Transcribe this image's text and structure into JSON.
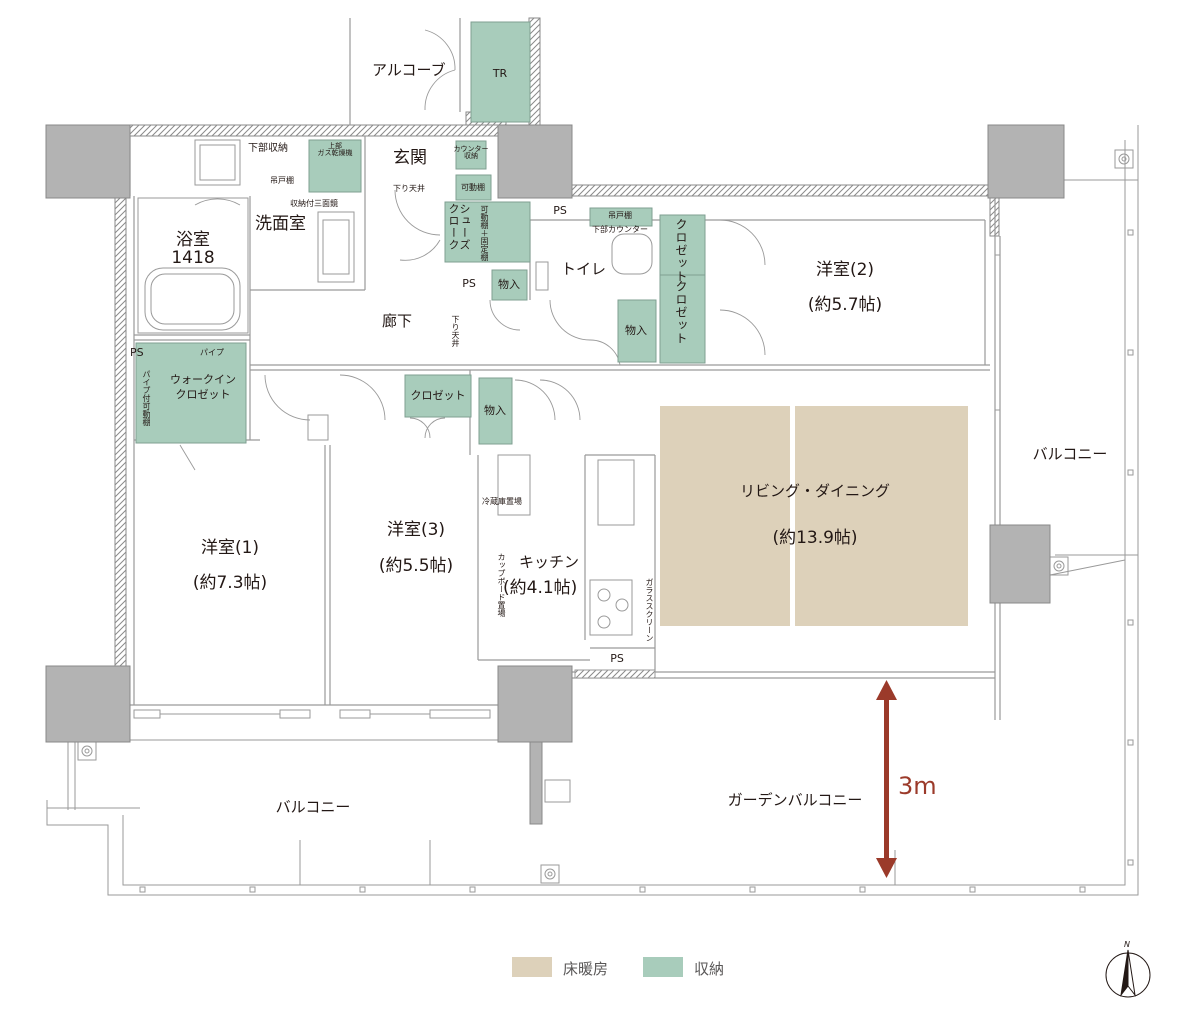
{
  "colors": {
    "storage": "#a8ccbb",
    "floor_heating": "#ddd1ba",
    "pillar": "#b3b3b3",
    "wall": "#888888",
    "line": "#9a9a9a",
    "dimension": "#9b3a2a"
  },
  "rooms": {
    "alcove": "アルコーブ",
    "tr": "TR",
    "entrance": "玄関",
    "entrance_ceiling": "下り天井",
    "upper_storage": "下部収納",
    "gas_dryer": "上部\nガス乾燥機",
    "hanging_shelf_wash": "吊戸棚",
    "mirror_storage": "収納付三面鏡",
    "washroom": "洗面室",
    "bath": "浴室",
    "bath_size": "1418",
    "counter_storage": "カウンター\n収納",
    "movable_shelf": "可動棚",
    "shoes_cloak": "シューズ\nクローク",
    "shoes_shelf": "可動棚＋固定棚",
    "ps_top": "PS",
    "hanging_shelf_toilet": "吊戸棚",
    "lower_counter": "下部カウンター",
    "toilet": "トイレ",
    "closet_a": "クロゼット",
    "closet_b": "クロゼット",
    "storage_hall": "物入",
    "ps_hall": "PS",
    "storage_toilet": "物入",
    "western2": "洋室(2)",
    "western2_size": "(約5.7帖)",
    "corridor": "廊下",
    "corridor_ceiling": "下り天井",
    "ps_left": "PS",
    "pipe": "パイプ",
    "walkin": "ウォークイン\nクロゼット",
    "pipe_shelf": "パイプ付可動棚",
    "closet_3": "クロゼット",
    "storage_kitchen": "物入",
    "fridge": "冷蔵庫置場",
    "cupboard": "カップボード置場",
    "kitchen": "キッチン",
    "kitchen_size": "(約4.1帖)",
    "glass_screen": "ガラススクリーン",
    "ps_kitchen": "PS",
    "living": "リビング・ダイニング",
    "living_size": "(約13.9帖)",
    "western1": "洋室(1)",
    "western1_size": "(約7.3帖)",
    "western3": "洋室(3)",
    "western3_size": "(約5.5帖)",
    "balcony_right": "バルコニー",
    "balcony_bottom": "バルコニー",
    "garden_balcony": "ガーデンバルコニー"
  },
  "dimension": {
    "label": "3m"
  },
  "legend": [
    {
      "label": "床暖房",
      "color": "#ddd1ba"
    },
    {
      "label": "収納",
      "color": "#a8ccbb"
    }
  ],
  "compass": {
    "label": "N"
  }
}
